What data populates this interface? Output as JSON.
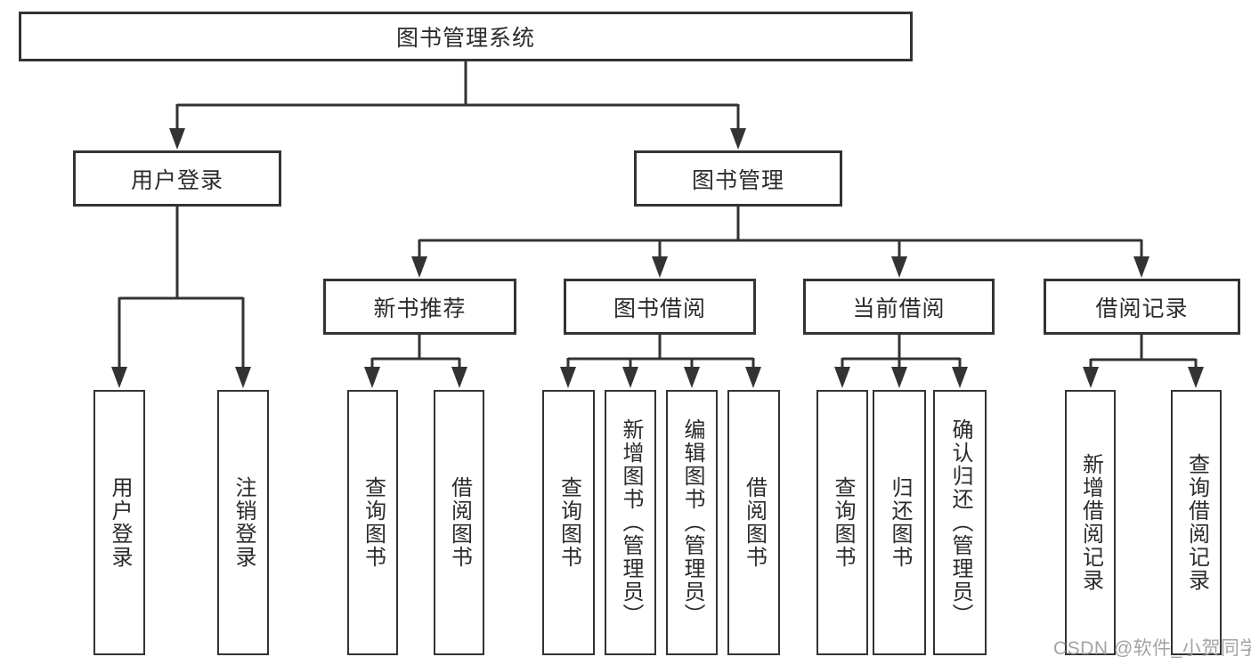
{
  "diagram": {
    "root": {
      "label": "图书管理系统"
    },
    "branches": [
      {
        "label": "用户登录",
        "leaves": [
          {
            "label": "用户登录"
          },
          {
            "label": "注销登录"
          }
        ]
      },
      {
        "label": "图书管理",
        "groups": [
          {
            "label": "新书推荐",
            "leaves": [
              {
                "label": "查询图书"
              },
              {
                "label": "借阅图书"
              }
            ]
          },
          {
            "label": "图书借阅",
            "leaves": [
              {
                "label": "查询图书"
              },
              {
                "label": "新增图书（管理员）"
              },
              {
                "label": "编辑图书（管理员）"
              },
              {
                "label": "借阅图书"
              }
            ]
          },
          {
            "label": "当前借阅",
            "leaves": [
              {
                "label": "查询图书"
              },
              {
                "label": "归还图书"
              },
              {
                "label": "确认归还（管理员）"
              }
            ]
          },
          {
            "label": "借阅记录",
            "leaves": [
              {
                "label": "新增借阅记录"
              },
              {
                "label": "查询借阅记录"
              }
            ]
          }
        ]
      }
    ]
  },
  "watermark": {
    "text": "CSDN @软件_小贺同学"
  },
  "colors": {
    "line": "#333333",
    "text": "#2b2b2b",
    "background": "#ffffff",
    "watermark_text": "#9e9e9e"
  }
}
